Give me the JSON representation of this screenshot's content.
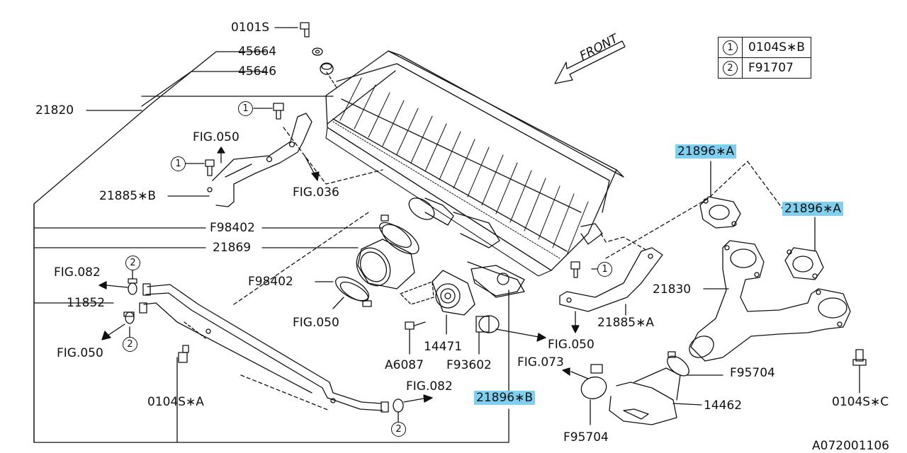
{
  "legend": [
    {
      "num": "1",
      "part": "0104S∗B"
    },
    {
      "num": "2",
      "part": "F91707"
    }
  ],
  "front_label": "FRONT",
  "labels": {
    "p0101S": "0101S",
    "p45664": "45664",
    "p45646": "45646",
    "p21820": "21820",
    "fig050_top": "FIG.050",
    "p21885B": "21885∗B",
    "fig036": "FIG.036",
    "f98402_a": "F98402",
    "p21869": "21869",
    "f98402_b": "F98402",
    "fig082_left": "FIG.082",
    "p11852": "11852",
    "fig050_left": "FIG.050",
    "fig050_mid": "FIG.050",
    "p14471": "14471",
    "a6087": "A6087",
    "f93602": "F93602",
    "fig050_right": "FIG.050",
    "p21885A": "21885∗A",
    "p21896A_1": "21896∗A",
    "p21896A_2": "21896∗A",
    "p21830": "21830",
    "fig073": "FIG.073",
    "f95704_a": "F95704",
    "fig082_bottom": "FIG.082",
    "p21896B": "21896∗B",
    "p0104SA": "0104S∗A",
    "p14462": "14462",
    "f95704_b": "F95704",
    "p0104SC": "0104S∗C",
    "diagram_id": "A072001106"
  },
  "callouts": {
    "c1_a": "1",
    "c1_b": "1",
    "c1_c": "1",
    "c2_a": "2",
    "c2_b": "2",
    "c2_c": "2"
  },
  "colors": {
    "highlight": "#7fcff0",
    "ink": "#111111"
  }
}
